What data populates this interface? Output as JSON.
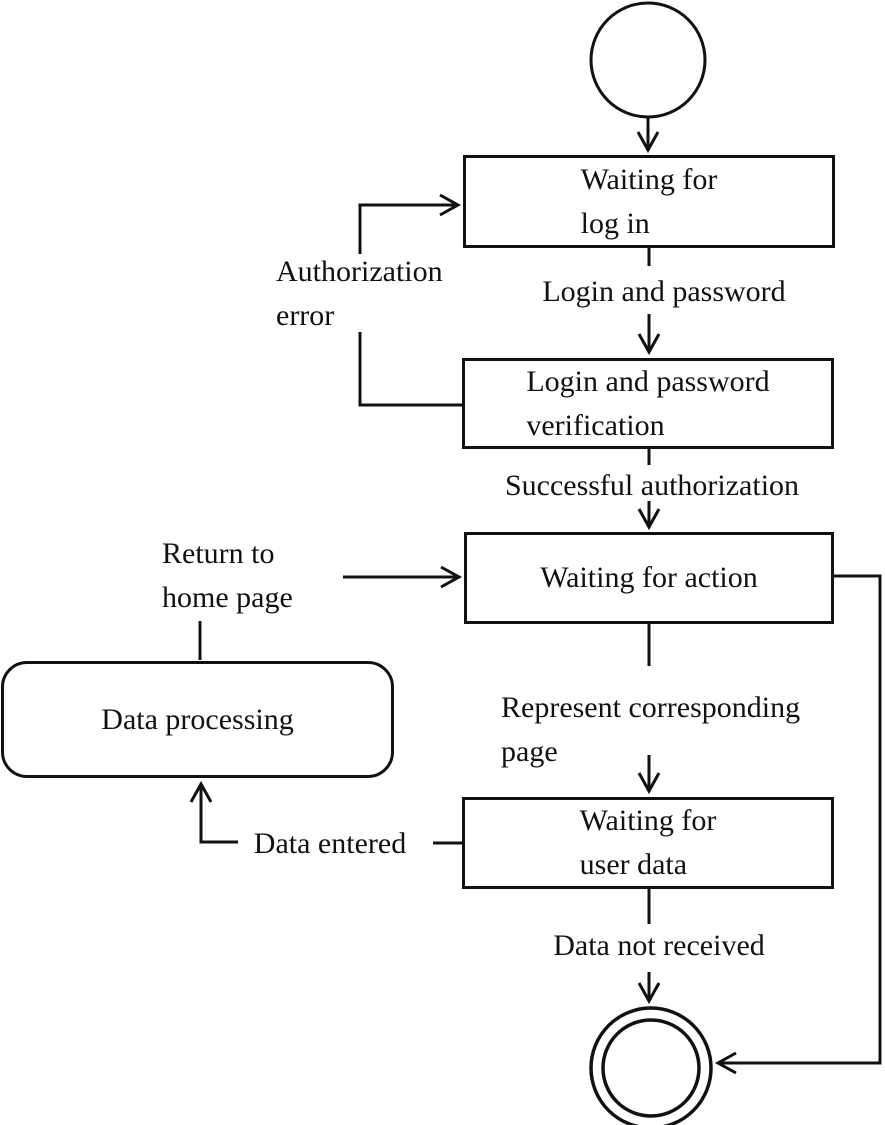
{
  "diagram": {
    "type": "uml-activity-state-diagram",
    "colors": {
      "stroke": "#111111",
      "background": "#ffffff"
    },
    "nodes": {
      "start": {
        "name": "initial-node"
      },
      "waiting_login": {
        "label": "Waiting for\nlog in"
      },
      "verification": {
        "label": "Login and password\nverification"
      },
      "waiting_action": {
        "label": "Waiting for action"
      },
      "data_processing": {
        "label": "Data processing"
      },
      "waiting_user_data": {
        "label": "Waiting for\nuser data"
      },
      "end": {
        "name": "final-node"
      }
    },
    "edges": {
      "login_password": "Login and password",
      "successful_auth": "Successful authorization",
      "auth_error": "Authorization\nerror",
      "return_home": "Return to\nhome page",
      "represent_page": "Represent corresponding\npage",
      "data_entered": "Data entered",
      "data_not_received": "Data not received"
    }
  }
}
